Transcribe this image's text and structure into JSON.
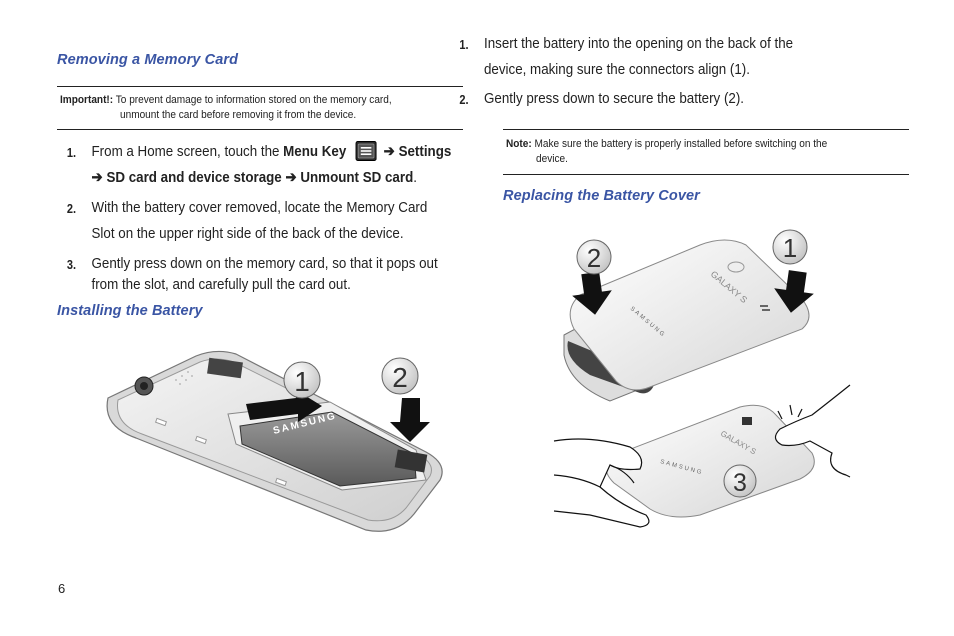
{
  "left": {
    "remove_heading": "Removing a Memory Card",
    "important": {
      "label": "Important!:",
      "line1": "To prevent damage to information stored on the memory card,",
      "line2": "unmount the card before removing it from the device."
    },
    "steps": [
      {
        "num": "1.",
        "pre": "From a Home screen, touch the ",
        "menu_key": "Menu Key",
        "arrow1": " ➔ ",
        "settings": "Settings",
        "arrow2": "➔ ",
        "sd_storage": "SD card and device storage",
        "arrow3": " ➔ ",
        "unmount": "Unmount SD card",
        "period": "."
      },
      {
        "num": "2.",
        "line1": "With the battery cover removed, locate the Memory Card",
        "line2": "Slot on the upper right side of the back of the device."
      },
      {
        "num": "3.",
        "line1": "Gently press down on the memory card, so that it pops out",
        "line2": "from the slot, and carefully pull the card out."
      }
    ],
    "install_heading": "Installing the Battery",
    "figure_badges": [
      "1",
      "2"
    ],
    "battery_brand": "SAMSUNG"
  },
  "right": {
    "steps": [
      {
        "num": "1.",
        "line1": "Insert the battery into the opening on the back of the",
        "line2": "device, making sure the connectors align (1)."
      },
      {
        "num": "2.",
        "line1": "Gently press down to secure the battery (2)."
      }
    ],
    "note": {
      "label": "Note:",
      "line1": "Make sure the battery is properly installed before switching on the",
      "line2": "device."
    },
    "replace_heading": "Replacing the Battery Cover",
    "figure_badges": [
      "2",
      "1",
      "3"
    ],
    "cover_brand": "SAMSUNG",
    "cover_model": "GALAXY S"
  },
  "page_number": "6",
  "colors": {
    "heading": "#3a55a4",
    "text": "#222222",
    "rule": "#222222"
  }
}
